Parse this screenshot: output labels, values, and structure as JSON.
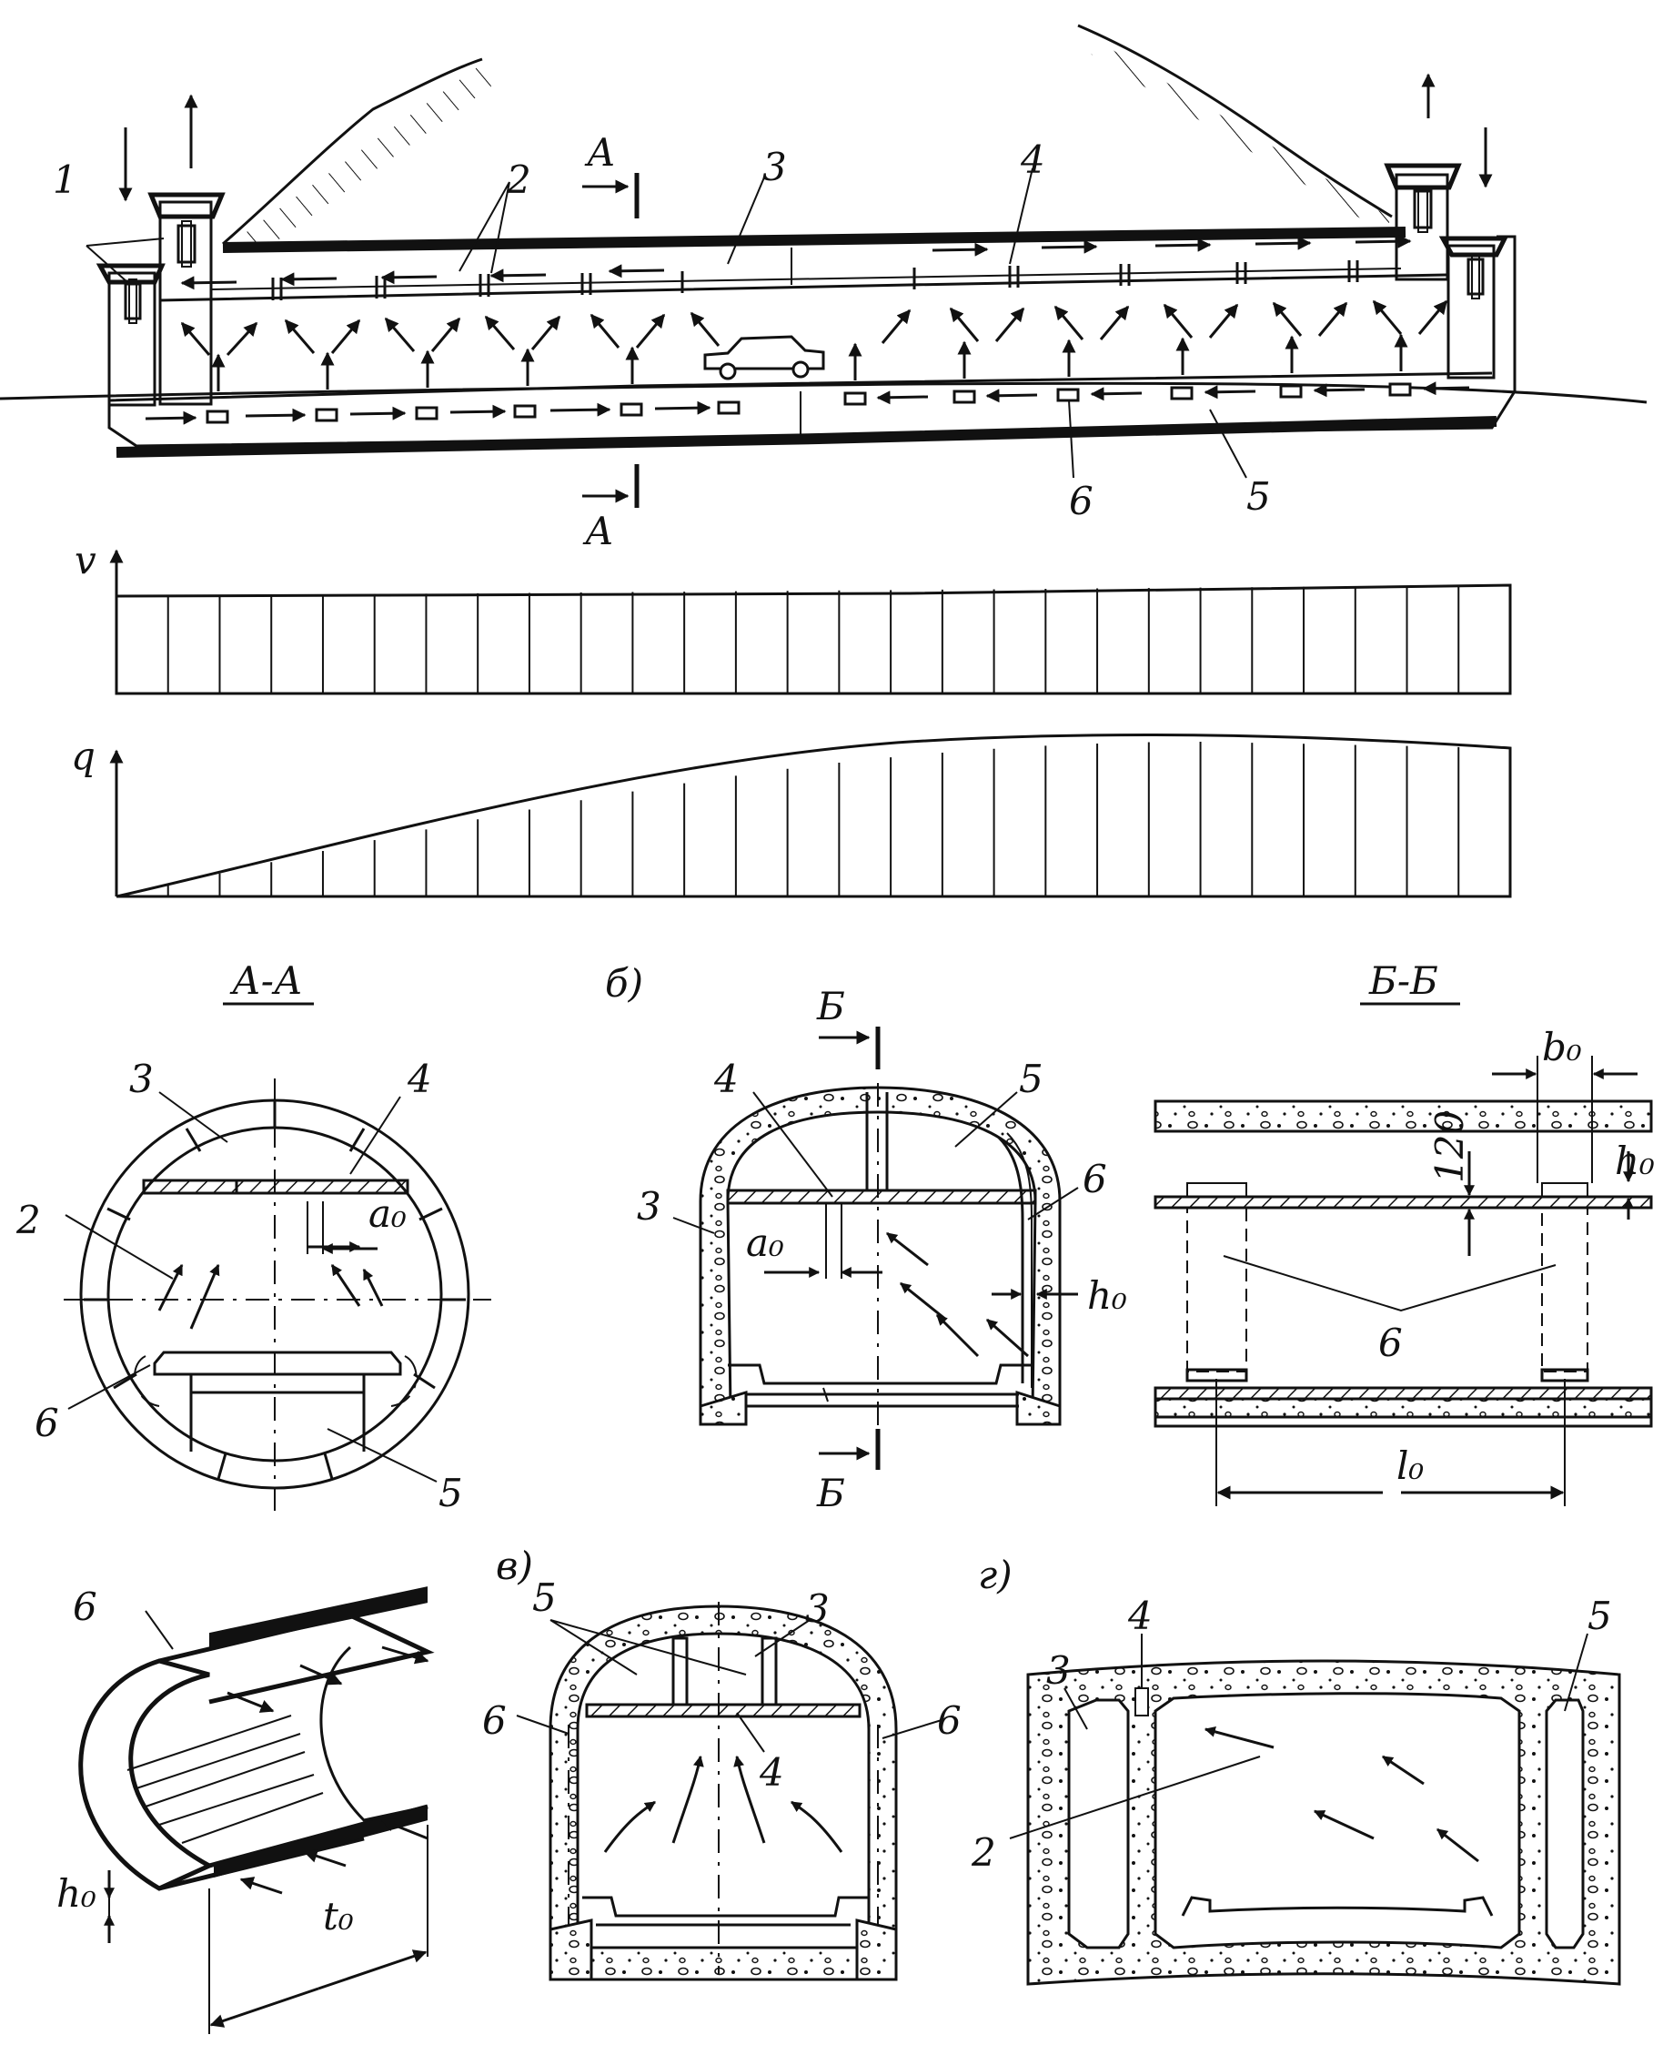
{
  "labels": {
    "n1": "1",
    "n2": "2",
    "n3": "3",
    "n4": "4",
    "n5": "5",
    "n6": "6",
    "sectionA": "А",
    "v": "v",
    "q": "q",
    "sectionAA": "А-А",
    "b_variant": "б)",
    "sectionB": "Б",
    "sectionBB": "Б-Б",
    "v_variant": "в)",
    "g_variant": "г)",
    "a0": "a₀",
    "h0": "h₀",
    "b0": "b₀",
    "l0": "l₀",
    "t0": "t₀",
    "dim120": "120"
  }
}
